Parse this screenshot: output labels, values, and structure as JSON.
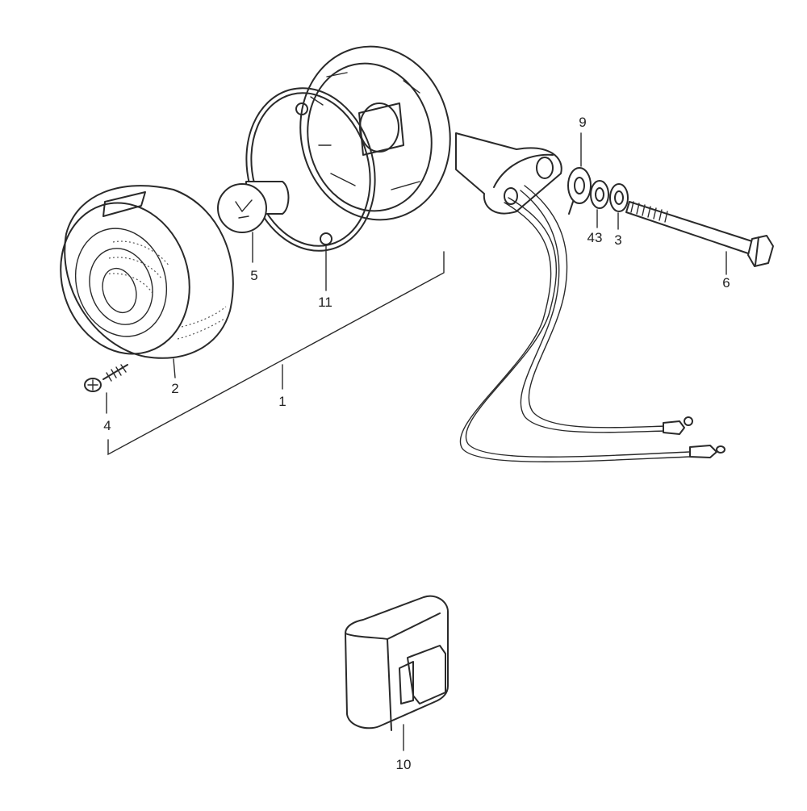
{
  "callouts": {
    "c1": "1",
    "c2": "2",
    "c3": "3",
    "c4": "4",
    "c5": "5",
    "c6": "6",
    "c9": "9",
    "c10": "10",
    "c11": "11",
    "c43": "43"
  }
}
